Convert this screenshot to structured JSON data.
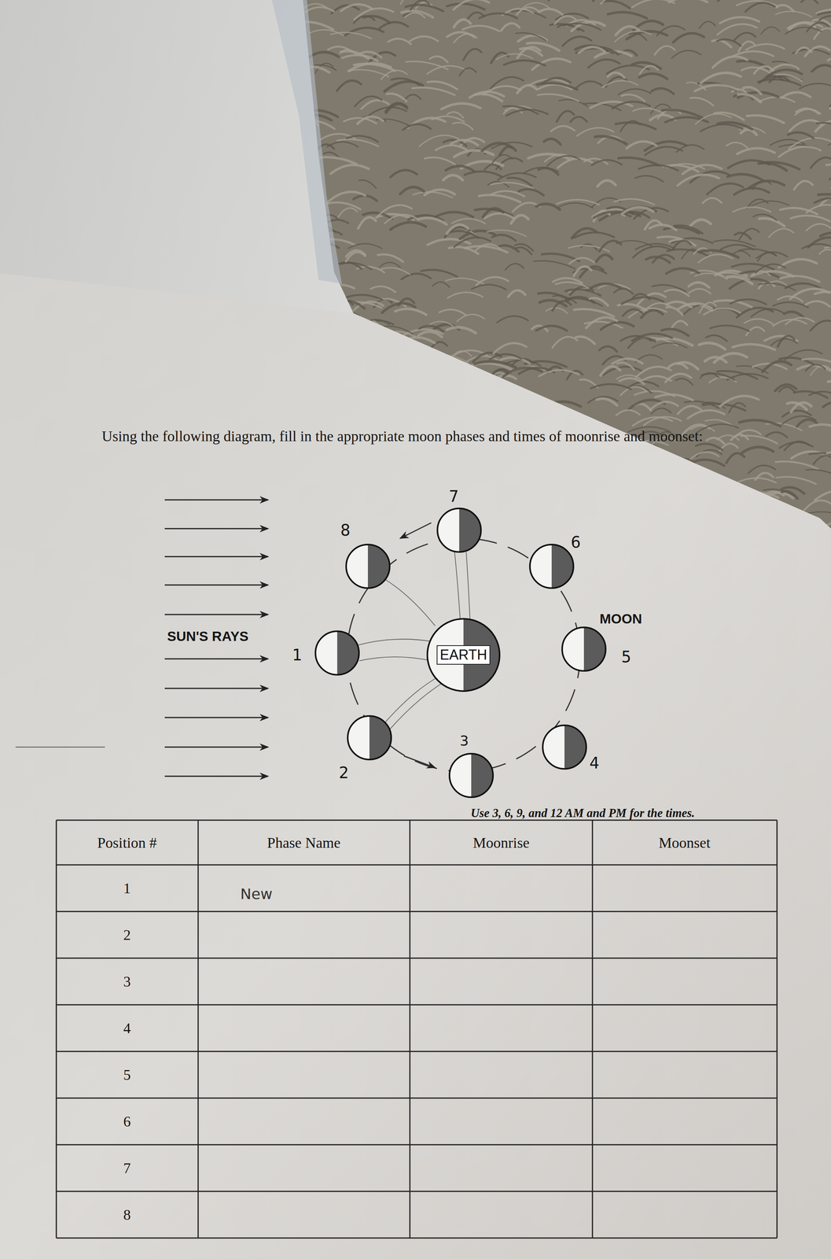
{
  "diagram": {
    "title": "Using the following diagram, fill in the appropriate moon phases and times of moonrise and moonset:",
    "nodes": [
      {
        "text": [
          "EARTH"
        ]
      }
    ],
    "labels": [
      "SUN'S RAYS",
      "MOON",
      "7",
      "8",
      "6",
      "5",
      "4",
      "3",
      "2",
      "1",
      "Use 3, 6, 9, and 12 AM and PM for the times.",
      "Position #",
      "Phase Name",
      "Moonrise",
      "Moonset",
      "1",
      "2",
      "3",
      "4",
      "5",
      "6",
      "7",
      "8",
      "New"
    ]
  }
}
